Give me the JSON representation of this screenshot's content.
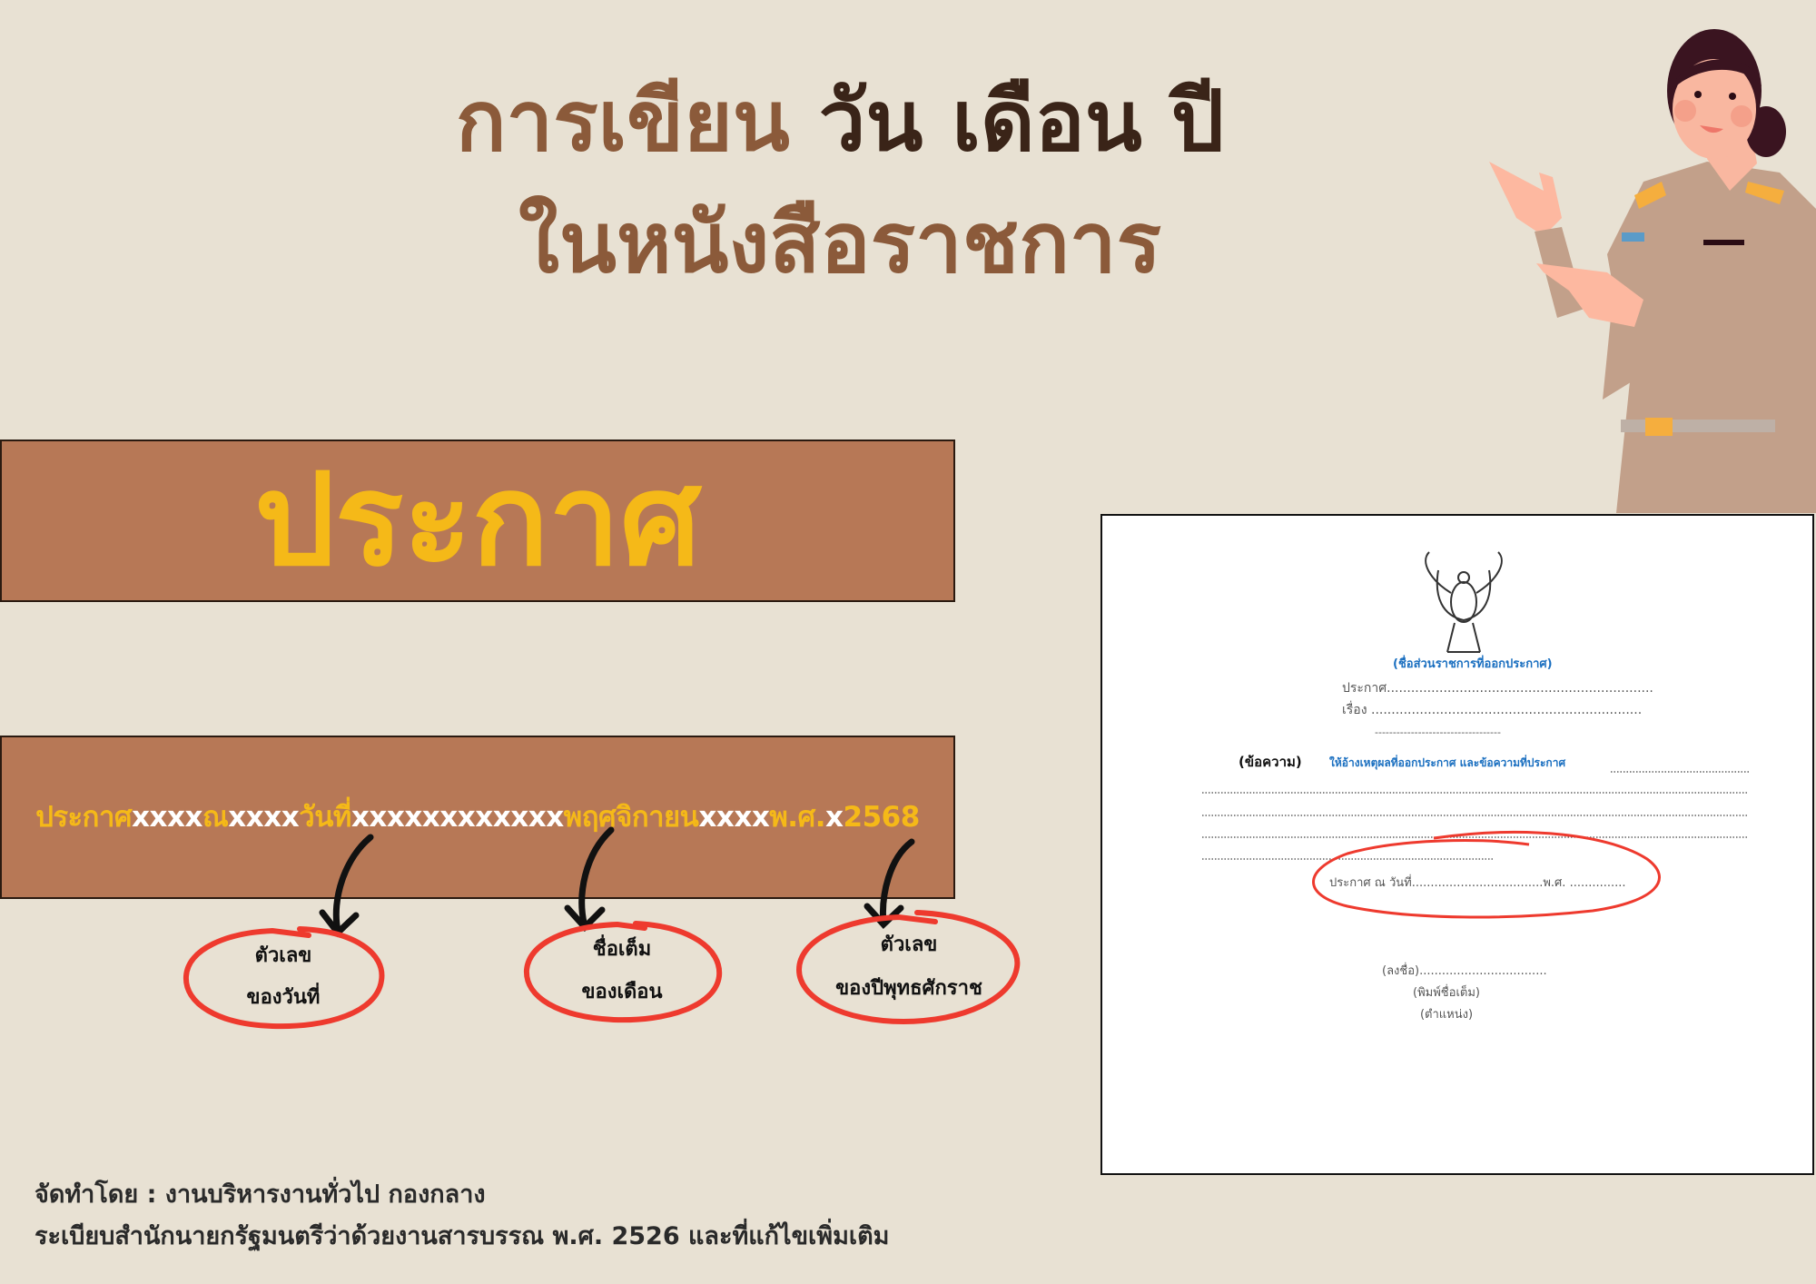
{
  "title": {
    "line1_part1": "การเขียน",
    "line1_part2": "วัน เดือน ปี",
    "line2": "ในหนังสือราชการ"
  },
  "banner": {
    "heading": "ประกาศ"
  },
  "strip": {
    "segments": [
      {
        "text": "ประกาศ",
        "color": "yellow"
      },
      {
        "text": "xxxx",
        "color": "white"
      },
      {
        "text": "ณ",
        "color": "yellow"
      },
      {
        "text": "xxxx",
        "color": "white"
      },
      {
        "text": "วันที่",
        "color": "yellow"
      },
      {
        "text": "xxxxxxxxxxxx",
        "color": "white"
      },
      {
        "text": "พฤศจิกายน",
        "color": "yellow"
      },
      {
        "text": "xxxx",
        "color": "white"
      },
      {
        "text": "พ.ศ.",
        "color": "yellow"
      },
      {
        "text": "x",
        "color": "white"
      },
      {
        "text": "2568",
        "color": "yellow"
      }
    ]
  },
  "callouts": [
    {
      "line1": "ตัวเลข",
      "line2": "ของวันที่"
    },
    {
      "line1": "ชื่อเต็ม",
      "line2": "ของเดือน"
    },
    {
      "line1": "ตัวเลข",
      "line2": "ของปีพุทธศักราช"
    }
  ],
  "document": {
    "agency_hint": "(ชื่อส่วนราชการที่ออกประกาศ)",
    "announce": "ประกาศ..................................................................",
    "subject": "เรื่อง ...................................................................",
    "separator": "-----------------------------------",
    "content_label": "(ข้อความ)",
    "content_hint": "ให้อ้างเหตุผลที่ออกประกาศ และข้อความที่ประกาศ",
    "date_line": "ประกาศ ณ วันที่...................................พ.ศ. ...............",
    "sign": "(ลงชื่อ)..................................",
    "fullname": "(พิมพ์ชื่อเต็ม)",
    "position": "(ตำแหน่ง)"
  },
  "footer": {
    "line1": "จัดทำโดย : งานบริหารงานทั่วไป กองกลาง",
    "line2": "ระเบียบสำนักนายกรัฐมนตรีว่าด้วยงานสารบรรณ พ.ศ. 2526 และที่แก้ไขเพิ่มเติม"
  },
  "colors": {
    "background": "#E8E1D3",
    "banner": "#B77856",
    "yellow": "#F5B918",
    "red": "#EE3A2E",
    "title_brown": "#8B5A3A",
    "title_dark": "#3A2418"
  }
}
